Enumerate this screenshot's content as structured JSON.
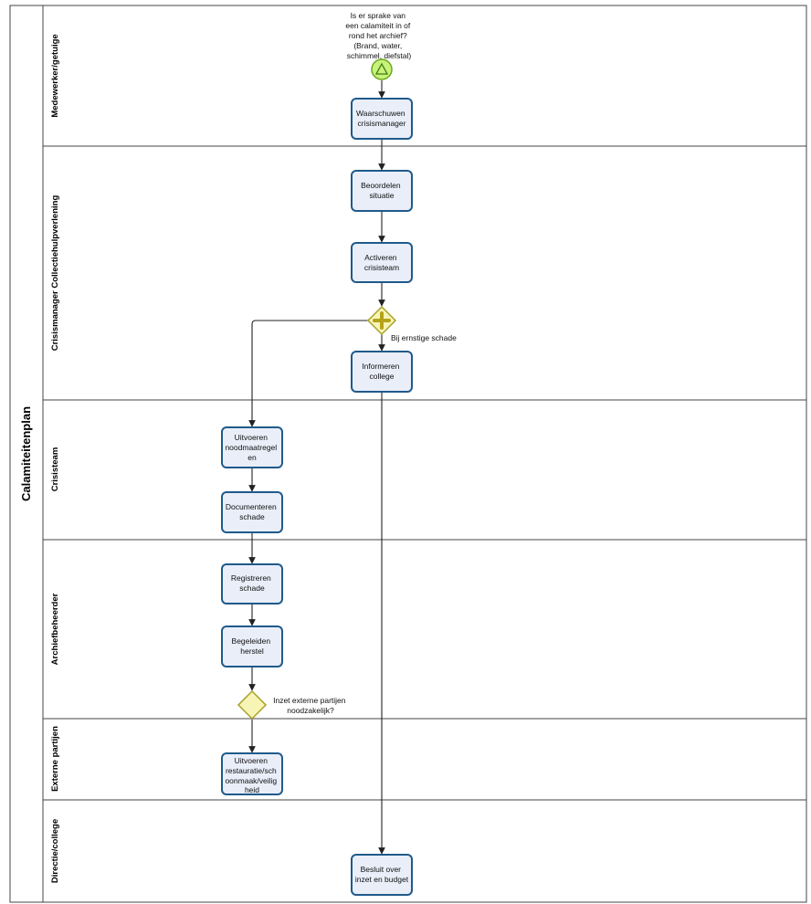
{
  "pool": {
    "title": "Calamiteitenplan"
  },
  "lanes": [
    {
      "id": "lane-medewerker",
      "title": "Medewerker/getuige"
    },
    {
      "id": "lane-crisismanager",
      "title": "Crisismanager Collectiehulpverlening"
    },
    {
      "id": "lane-crisisteam",
      "title": "Crisisteam"
    },
    {
      "id": "lane-archiefbeheerder",
      "title": "Archiefbeheerder"
    },
    {
      "id": "lane-externe",
      "title": "Externe partijen"
    },
    {
      "id": "lane-directie",
      "title": "Directie/college"
    }
  ],
  "start_event": {
    "question": [
      "Is er sprake van",
      "een calamiteit in of",
      "rond het archief?",
      "(Brand, water,",
      "schimmel, diefstal)"
    ]
  },
  "tasks": {
    "waarschuwen": [
      "Waarschuwen",
      "crisismanager"
    ],
    "beoordelen": [
      "Beoordelen",
      "situatie"
    ],
    "activeren": [
      "Activeren",
      "crisisteam"
    ],
    "informeren": [
      "Informeren",
      "college"
    ],
    "noodmaatregelen": [
      "Uitvoeren",
      "noodmaatregel",
      "en"
    ],
    "documenteren": [
      "Documenteren",
      "schade"
    ],
    "registreren": [
      "Registreren",
      "schade"
    ],
    "begeleiden": [
      "Begeleiden",
      "herstel"
    ],
    "restauratie": [
      "Uitvoeren",
      "restauratie/sch",
      "oonmaak/veilig",
      "heid"
    ],
    "besluit": [
      "Besluit over",
      "inzet en budget"
    ]
  },
  "gateways": {
    "parallel_label": "Bij ernstige schade",
    "exclusive_label": [
      "Inzet externe partijen",
      "noodzakelijk?"
    ]
  },
  "colors": {
    "task_fill": "#e9eef9",
    "task_stroke": "#1f5a8a",
    "start_fill": "#c8f27a",
    "start_stroke": "#6aa81e",
    "gateway_fill": "#f7f5b5",
    "gateway_stroke": "#a8a12a",
    "plus_color": "#b5a21a"
  }
}
